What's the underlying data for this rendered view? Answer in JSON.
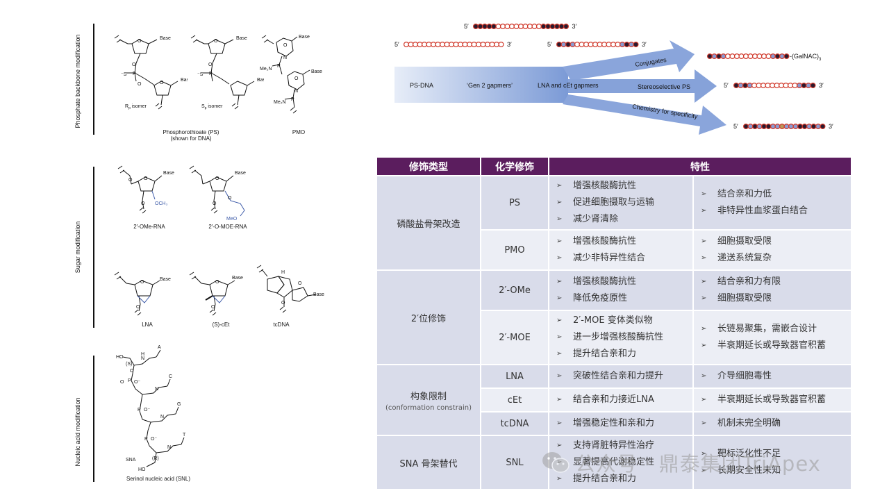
{
  "left_panel": {
    "section_labels": {
      "backbone": "Phosphate backbone modification",
      "sugar": "Sugar modification",
      "nucleic": "Nucleic acid modification"
    },
    "backbone": {
      "ps_caption_line1": "Phosphorothioate (PS)",
      "ps_caption_line2": "(shown for DNA)",
      "pmo_caption": "PMO",
      "rp_isomer": "R",
      "rp_sub": "p",
      "rp_suffix": " isomer",
      "sp_isomer": "S",
      "sp_sub": "p",
      "sp_suffix": " isomer",
      "base": "Base",
      "s_minus": "⁻S",
      "o": "O",
      "p": "P",
      "me2n": "Me₂N",
      "n": "N"
    },
    "sugar": {
      "ome_caption": "2′-OMe-RNA",
      "moe_caption": "2′-O-MOE-RNA",
      "lna_caption": "LNA",
      "cet_caption": "(S)-cEt",
      "tcdna_caption": "tcDNA",
      "och3": "OCH₃",
      "meo": "MeO",
      "base": "Base",
      "o": "O",
      "h": "H"
    },
    "nucleic": {
      "snl_caption": "Serinol nucleic acid (SNL)",
      "sna_label": "SNA",
      "base_a": "A",
      "base_c": "C",
      "base_g": "G",
      "base_t": "T",
      "s_label": "(S)",
      "r_label": "(R)",
      "ho": "HO",
      "o_minus": "O⁻",
      "n": "N",
      "h": "H",
      "o": "O",
      "p": "P"
    }
  },
  "diagram": {
    "strand_5": "5′",
    "strand_3": "3′",
    "galnac": "-(GalNAC)",
    "galnac_sub": "3",
    "stages": [
      "PS-DNA",
      "‘Gen 2 gapmers’",
      "LNA and cEt gapmers"
    ],
    "branches": [
      "Conjugates",
      "Stereoselective PS",
      "Chemistry for specificity"
    ],
    "colors": {
      "arrow": "#7b9ad6",
      "arrow_light": "#dfe7f6",
      "red": "#d0392b",
      "dark": "#2a1a2e",
      "blue": "#8a9bd1",
      "tan": "#b89a5a"
    }
  },
  "table": {
    "headers": [
      "修饰类型",
      "化学修饰",
      "特性"
    ],
    "groups": [
      {
        "type": "磷酸盐骨架改造",
        "type_sub": "",
        "rows": [
          {
            "chem": "PS",
            "pros": [
              "增强核酸酶抗性",
              "促进细胞摄取与运输",
              "减少肾清除"
            ],
            "cons": [
              "结合亲和力低",
              "非特异性血浆蛋白结合"
            ]
          },
          {
            "chem": "PMO",
            "pros": [
              "增强核酸酶抗性",
              "减少非特异性结合"
            ],
            "cons": [
              "细胞摄取受限",
              "递送系统复杂"
            ]
          }
        ]
      },
      {
        "type": "2′位修饰",
        "type_sub": "",
        "rows": [
          {
            "chem": "2′-OMe",
            "pros": [
              "增强核酸酶抗性",
              "降低免疫原性"
            ],
            "cons": [
              "结合亲和力有限",
              "细胞摄取受限"
            ]
          },
          {
            "chem": "2′-MOE",
            "pros": [
              "2′-MOE 变体类似物",
              "进一步增强核酸酶抗性",
              "提升结合亲和力"
            ],
            "cons": [
              "长链易聚集，需嵌合设计",
              "半衰期延长或导致器官积蓄"
            ]
          }
        ]
      },
      {
        "type": "构象限制",
        "type_sub": "(conformation constrain)",
        "rows": [
          {
            "chem": "LNA",
            "pros": [
              "突破性结合亲和力提升"
            ],
            "cons": [
              "介导细胞毒性"
            ]
          },
          {
            "chem": "cEt",
            "pros": [
              "结合亲和力接近LNA"
            ],
            "cons": [
              "半衰期延长或导致器官积蓄"
            ]
          },
          {
            "chem": "tcDNA",
            "pros": [
              "增强稳定性和亲和力"
            ],
            "cons": [
              "机制未完全明确"
            ]
          }
        ]
      },
      {
        "type": "SNA 骨架替代",
        "type_sub": "",
        "rows": [
          {
            "chem": "SNL",
            "pros": [
              "支持肾脏特异性治疗",
              "显著提高代谢稳定性",
              "提升结合亲和力"
            ],
            "cons": [
              "靶标泛化性不足",
              "长期安全性未知"
            ]
          }
        ]
      }
    ],
    "bullet_glyph": "➢",
    "header_color": "#5b1d5e"
  },
  "watermark": {
    "text": "公众号 · 鼎泰集团TriApex"
  }
}
